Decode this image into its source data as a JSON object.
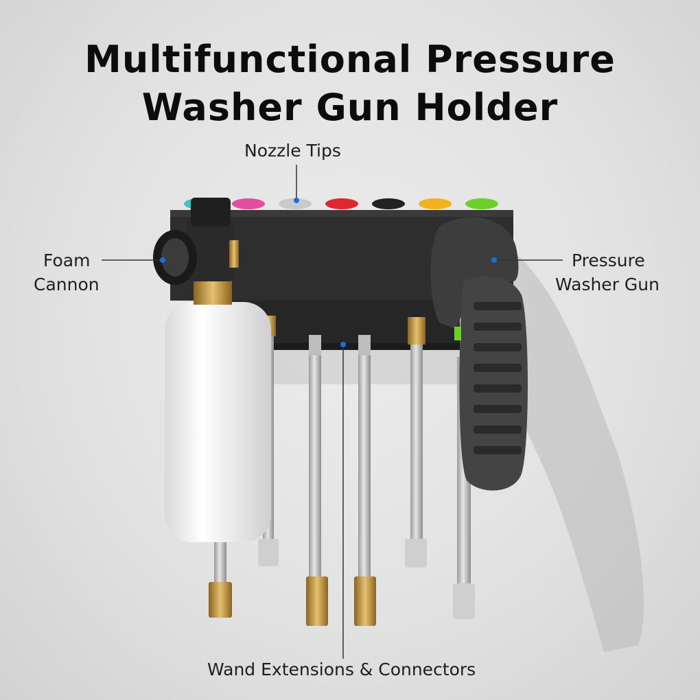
{
  "title": {
    "line1": "Multifunctional Pressure",
    "line2": "Washer Gun Holder"
  },
  "callouts": {
    "nozzle_tips": "Nozzle Tips",
    "foam_cannon_line1": "Foam",
    "foam_cannon_line2": "Cannon",
    "pressure_washer_gun_line1": "Pressure",
    "pressure_washer_gun_line2": "Washer Gun",
    "wand_extensions": "Wand Extensions & Connectors"
  },
  "colors": {
    "marker_dot": "#1a6fe0",
    "holder": "#2b2b2b",
    "nozzle_tips": [
      "#3fc1c9",
      "#e24fa0",
      "#c9c9c9",
      "#e0262f",
      "#222222",
      "#f2b21c",
      "#6ccf2a"
    ],
    "brass": "#c9a04a",
    "bottle": "#f4f4f4",
    "gun": "#3c3c3c"
  }
}
